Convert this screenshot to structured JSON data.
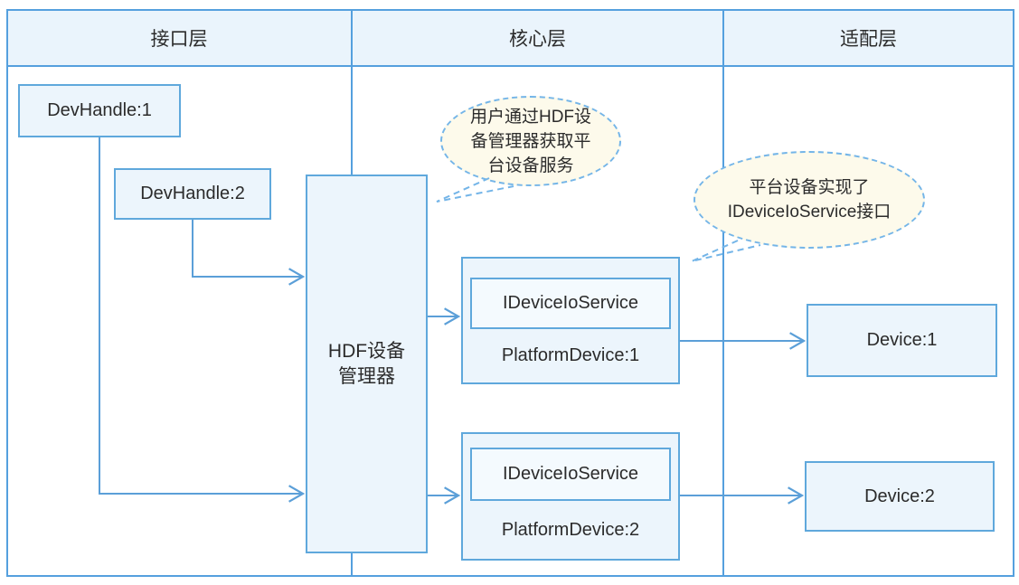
{
  "diagram": {
    "columns": [
      {
        "label": "接口层"
      },
      {
        "label": "核心层"
      },
      {
        "label": "适配层"
      }
    ],
    "nodes": {
      "devhandle1": "DevHandle:1",
      "devhandle2": "DevHandle:2",
      "hdf_manager": "HDF设备\n管理器",
      "platform_device1": {
        "interface": "IDeviceIoService",
        "label": "PlatformDevice:1"
      },
      "platform_device2": {
        "interface": "IDeviceIoService",
        "label": "PlatformDevice:2"
      },
      "device1": "Device:1",
      "device2": "Device:2"
    },
    "callouts": {
      "bubble1": "用户通过HDF设\n备管理器获取平\n台设备服务",
      "bubble2": "平台设备实现了\nIDeviceIoService接口"
    },
    "colors": {
      "frame": "#55a0de",
      "border": "#5fa8dc",
      "fill": "#ecf5fc",
      "inner_fill": "#f4fafe",
      "header_fill": "#eaf4fc",
      "bubble_fill": "#fdfaeb",
      "bubble_border": "#74b5e8",
      "arrow": "#5b9fd8",
      "text": "#2b2b2b"
    }
  }
}
